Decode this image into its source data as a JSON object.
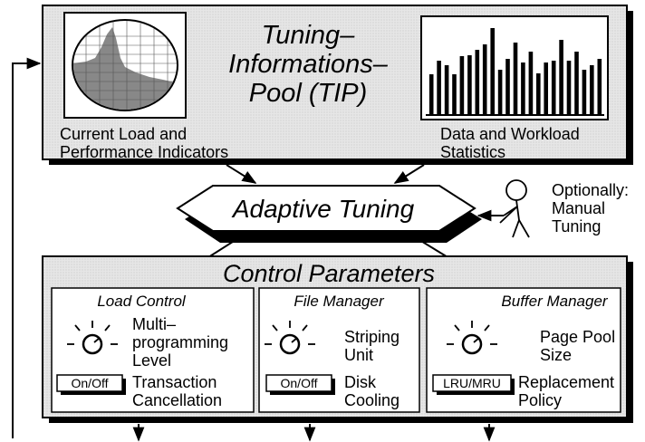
{
  "tip": {
    "title_line1": "Tuning–",
    "title_line2": "Informations–",
    "title_line3": "Pool (TIP)",
    "left_caption_line1": "Current Load and",
    "left_caption_line2": "Performance Indicators",
    "right_caption_line1": "Data  and Workload",
    "right_caption_line2": "Statistics",
    "statistics_bars": [
      0.45,
      0.6,
      0.55,
      0.45,
      0.65,
      0.66,
      0.72,
      0.78,
      0.96,
      0.5,
      0.62,
      0.8,
      0.58,
      0.7,
      0.46,
      0.58,
      0.6,
      0.83,
      0.6,
      0.7,
      0.5,
      0.55,
      0.62
    ]
  },
  "adaptive_tuning": {
    "label": "Adaptive Tuning"
  },
  "manual": {
    "line1": "Optionally:",
    "line2": "Manual",
    "line3": "Tuning"
  },
  "control": {
    "title": "Control Parameters",
    "load_control": {
      "title": "Load Control",
      "knob_line1": "Multi–",
      "knob_line2": "programming",
      "knob_line3": "Level",
      "switch_label": "On/Off",
      "switch_line1": "Transaction",
      "switch_line2": "Cancellation"
    },
    "file_manager": {
      "title": "File Manager",
      "knob_line1": "Striping",
      "knob_line2": "Unit",
      "switch_label": "On/Off",
      "switch_line1": "Disk",
      "switch_line2": "Cooling"
    },
    "buffer_manager": {
      "title": "Buffer Manager",
      "knob_line1": "Page Pool",
      "knob_line2": "Size",
      "switch_label": "LRU/MRU",
      "switch_line1": "Replacement",
      "switch_line2": "Policy"
    }
  }
}
